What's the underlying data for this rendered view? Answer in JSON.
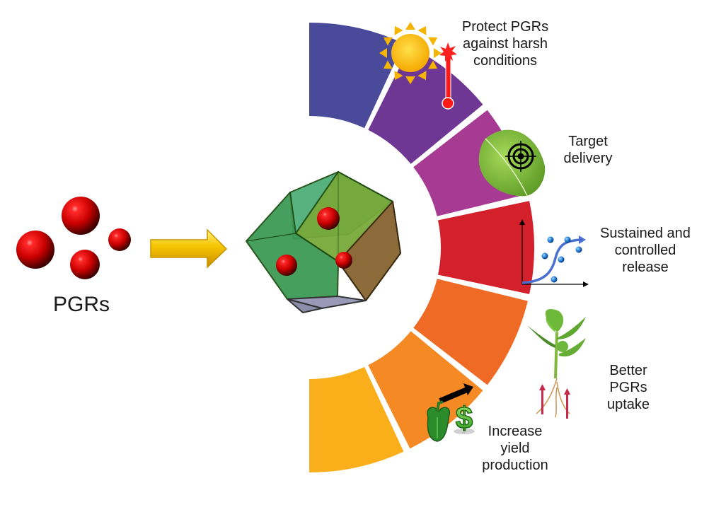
{
  "figure": {
    "source_label": "PGRs",
    "carrier_icon": "rhombic-dodecahedron-carrier-icon",
    "arrow_icon": "yellow-arrow-right-icon"
  },
  "ring": {
    "segments": [
      {
        "name": "indigo",
        "color": "#4a4a9b"
      },
      {
        "name": "purple",
        "color": "#6f3794"
      },
      {
        "name": "magenta",
        "color": "#a73a93"
      },
      {
        "name": "red",
        "color": "#d4202a"
      },
      {
        "name": "orange-red",
        "color": "#ef6a25"
      },
      {
        "name": "orange",
        "color": "#f58a24"
      },
      {
        "name": "amber",
        "color": "#f9ae1a"
      }
    ]
  },
  "benefits": [
    {
      "id": "protect",
      "label": "Protect PGRs\nagainst harsh\nconditions",
      "icons": [
        "sun-icon",
        "thermometer-icon"
      ]
    },
    {
      "id": "target",
      "label": "Target\ndelivery",
      "icons": [
        "leaf-icon",
        "target-crosshair-icon"
      ]
    },
    {
      "id": "release",
      "label": "Sustained and\ncontrolled\nrelease",
      "icons": [
        "release-curve-graph-icon"
      ]
    },
    {
      "id": "uptake",
      "label": "Better\nPGRs\nuptake",
      "icons": [
        "seedling-icon",
        "up-arrow-icon"
      ]
    },
    {
      "id": "yield",
      "label": "Increase\nyield\nproduction",
      "icons": [
        "bell-pepper-icon",
        "dollar-icon",
        "trend-arrow-icon"
      ]
    }
  ],
  "colors": {
    "sphere": "#d40000",
    "arrow": "#f5c400",
    "text": "#1a1a1a"
  }
}
